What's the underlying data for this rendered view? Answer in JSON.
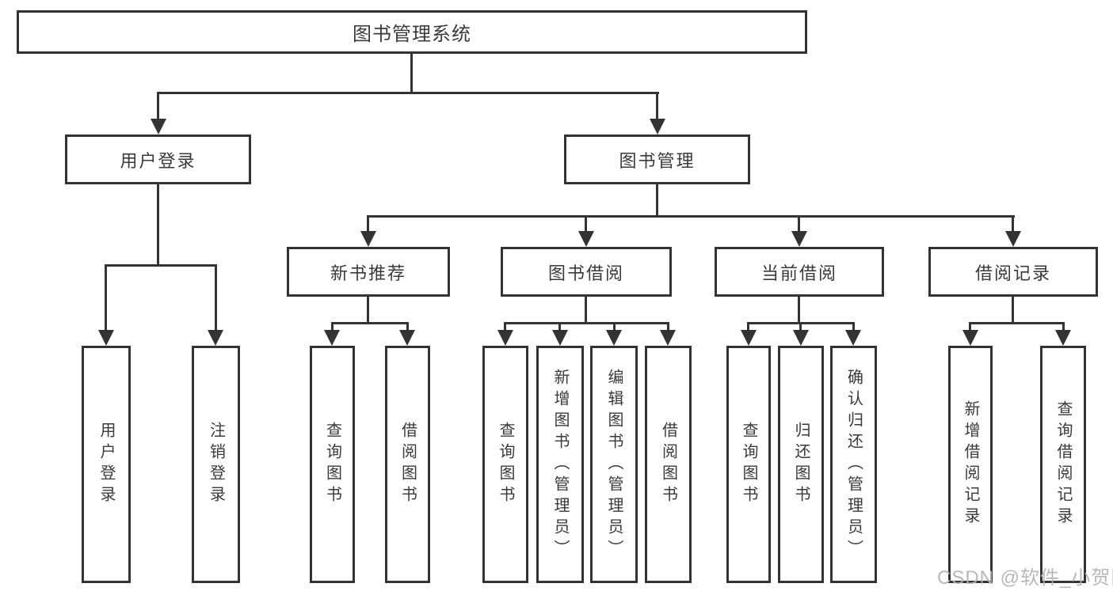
{
  "diagram": {
    "type": "hierarchy-tree",
    "root": {
      "label": "图书管理系统"
    },
    "level2": [
      {
        "label": "用户登录",
        "parent": "图书管理系统"
      },
      {
        "label": "图书管理",
        "parent": "图书管理系统"
      }
    ],
    "level3": [
      {
        "label": "新书推荐",
        "parent": "图书管理"
      },
      {
        "label": "图书借阅",
        "parent": "图书管理"
      },
      {
        "label": "当前借阅",
        "parent": "图书管理"
      },
      {
        "label": "借阅记录",
        "parent": "图书管理"
      }
    ],
    "leaves": [
      {
        "label": "用户登录",
        "parent": "用户登录"
      },
      {
        "label": "注销登录",
        "parent": "用户登录"
      },
      {
        "label": "查询图书",
        "parent": "新书推荐"
      },
      {
        "label": "借阅图书",
        "parent": "新书推荐"
      },
      {
        "label": "查询图书",
        "parent": "图书借阅"
      },
      {
        "label": "新增图书（管理员）",
        "parent": "图书借阅"
      },
      {
        "label": "编辑图书（管理员）",
        "parent": "图书借阅"
      },
      {
        "label": "借阅图书",
        "parent": "图书借阅"
      },
      {
        "label": "查询图书",
        "parent": "当前借阅"
      },
      {
        "label": "归还图书",
        "parent": "当前借阅"
      },
      {
        "label": "确认归还（管理员）",
        "parent": "当前借阅"
      },
      {
        "label": "新增借阅记录",
        "parent": "借阅记录"
      },
      {
        "label": "查询借阅记录",
        "parent": "借阅记录"
      }
    ],
    "colors": {
      "line": "#333333",
      "text": "#3a3a3a",
      "background": "#ffffff",
      "watermark": "#b3b3b3"
    }
  },
  "watermark": {
    "text": "CSDN @软件_小贺同学"
  }
}
